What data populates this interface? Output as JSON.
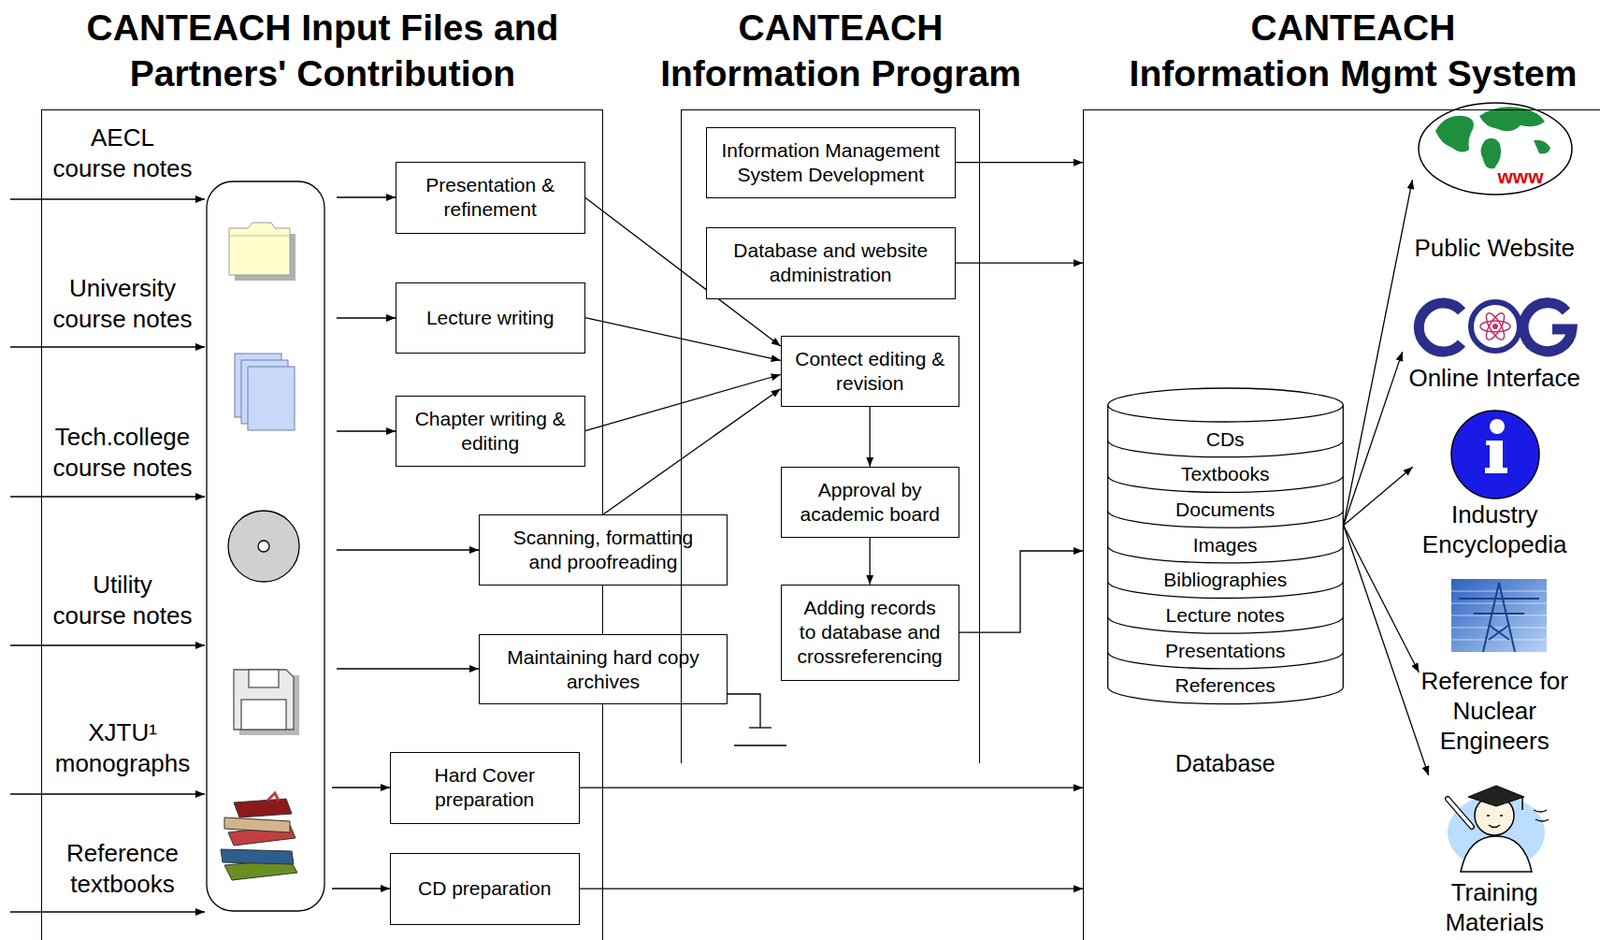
{
  "diagram": {
    "nodes": [
      {
        "text": [
          "CANTEACH Input Files and Partners' Contribution"
        ]
      },
      {
        "text": [
          "Presentation & refinement"
        ],
        "in": 0
      },
      {
        "text": [
          "Lecture writing"
        ],
        "in": 0
      },
      {
        "text": [
          "Chapter writing & editing"
        ],
        "in": 0
      },
      {
        "text": [
          "Scanning, formatting and proofreading"
        ]
      },
      {
        "text": [
          "Maintaining hard copy archives"
        ]
      },
      {
        "text": [
          "Hard Cover preparation"
        ],
        "in": 0
      },
      {
        "text": [
          "CD preparation"
        ],
        "in": 0
      },
      {
        "text": [
          "CANTEACH Information Program"
        ]
      },
      {
        "text": [
          "Information Management System Development"
        ],
        "in": 8
      },
      {
        "text": [
          "Database and website administration"
        ],
        "in": 8
      },
      {
        "text": [
          "Contect editing & revision"
        ],
        "in": 8
      },
      {
        "text": [
          "Approval by academic board"
        ],
        "in": 8
      },
      {
        "text": [
          "Adding records to database and crossreferencing"
        ],
        "in": 8
      },
      {
        "text": [
          "CANTEACH Information Mgmt System"
        ]
      },
      {
        "text": [
          "CDs",
          "Textbooks",
          "Documents",
          "Images",
          "Bibliographies",
          "Lecture notes",
          "Presentations",
          "References",
          "Database"
        ],
        "in": 14
      },
      {
        "text": [
          "Public Website"
        ],
        "in": 14
      },
      {
        "text": [
          "Online Interface"
        ],
        "in": 14
      },
      {
        "text": [
          "Industry Encyclopedia"
        ],
        "in": 14
      },
      {
        "text": [
          "Reference for Nuclear Engineers"
        ],
        "in": 14
      },
      {
        "text": [
          "Training Materials"
        ],
        "in": 14
      }
    ],
    "edges": [
      {
        "from": 1,
        "to": 11,
        "arrow": "to"
      },
      {
        "from": 2,
        "to": 11,
        "arrow": "to"
      },
      {
        "from": 3,
        "to": 11,
        "arrow": "to"
      },
      {
        "from": 4,
        "to": 11,
        "arrow": "to"
      },
      {
        "from": 11,
        "to": 12,
        "arrow": "to"
      },
      {
        "from": 12,
        "to": 13,
        "arrow": "to"
      },
      {
        "from": 13,
        "to": 14,
        "arrow": "to"
      },
      {
        "from": 9,
        "to": 14,
        "arrow": "to"
      },
      {
        "from": 10,
        "to": 14,
        "arrow": "to"
      },
      {
        "from": 6,
        "to": 14,
        "arrow": "to"
      },
      {
        "from": 7,
        "to": 14,
        "arrow": "to"
      },
      {
        "from": 15,
        "to": 16,
        "arrow": "to"
      },
      {
        "from": 15,
        "to": 17,
        "arrow": "to"
      },
      {
        "from": 15,
        "to": 18,
        "arrow": "to"
      },
      {
        "from": 15,
        "to": 19,
        "arrow": "to"
      },
      {
        "from": 15,
        "to": 20,
        "arrow": "to"
      }
    ],
    "labels": [
      "AECL course notes",
      "University course notes",
      "Tech.college course notes",
      "Utility course notes",
      "XJTU¹ monographs",
      "Reference textbooks",
      "www"
    ]
  }
}
